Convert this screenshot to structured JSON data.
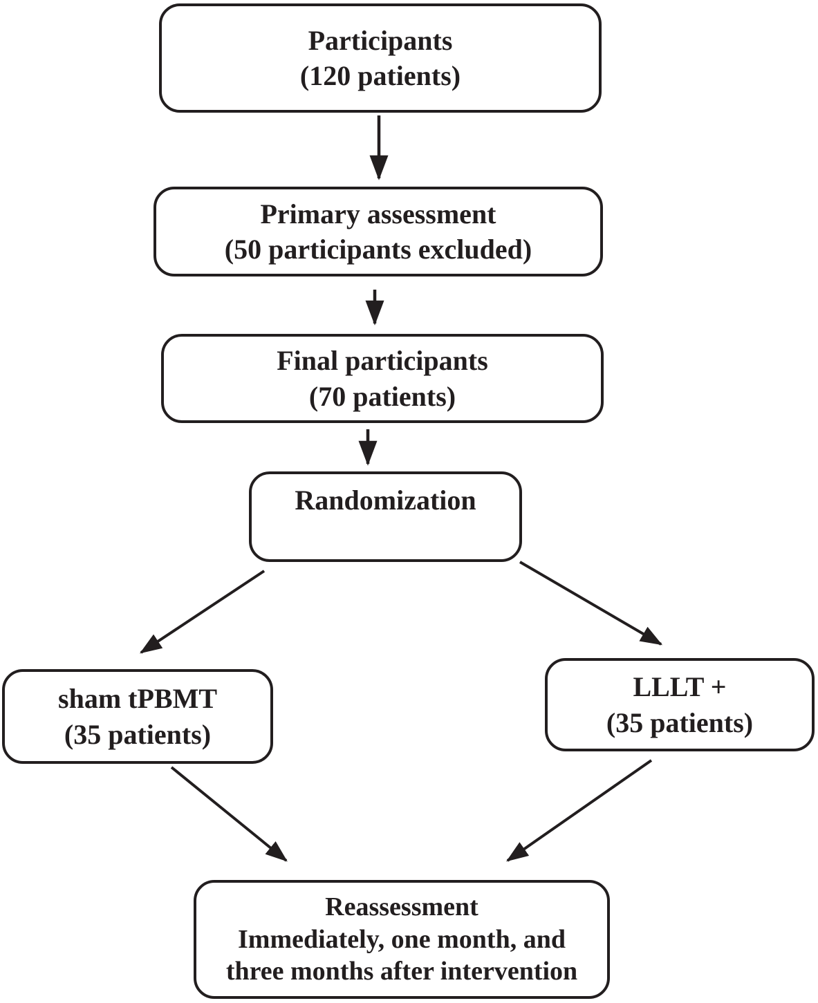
{
  "diagram": {
    "type": "flowchart",
    "colors": {
      "line": "#221e1f",
      "text": "#221e1f",
      "background": "#ffffff"
    },
    "nodes": {
      "participants": {
        "lines": [
          "Participants",
          "(120 patients)"
        ]
      },
      "primary_assessment": {
        "lines": [
          "Primary assessment",
          "(50 participants excluded)"
        ]
      },
      "final_participants": {
        "lines": [
          "Final participants",
          "(70 patients)"
        ]
      },
      "randomization": {
        "lines": [
          "Randomization"
        ]
      },
      "sham_tpbmt": {
        "lines": [
          "sham tPBMT",
          "(35 patients)"
        ]
      },
      "lllt": {
        "lines": [
          "LLLT +",
          "(35 patients)"
        ]
      },
      "reassessment": {
        "lines": [
          "Reassessment",
          "Immediately, one month, and",
          "three months after intervention"
        ]
      }
    },
    "edges": [
      {
        "from": "participants",
        "to": "primary_assessment"
      },
      {
        "from": "primary_assessment",
        "to": "final_participants"
      },
      {
        "from": "final_participants",
        "to": "randomization"
      },
      {
        "from": "randomization",
        "to": "sham_tpbmt"
      },
      {
        "from": "randomization",
        "to": "lllt"
      },
      {
        "from": "sham_tpbmt",
        "to": "reassessment"
      },
      {
        "from": "lllt",
        "to": "reassessment"
      }
    ]
  }
}
